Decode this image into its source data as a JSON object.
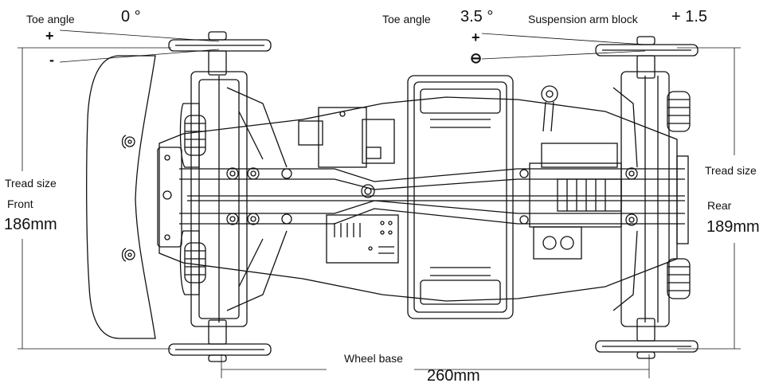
{
  "front_toe": {
    "label": "Toe angle",
    "value": "0 °",
    "plus": "+",
    "minus": "-"
  },
  "rear_toe": {
    "label": "Toe angle",
    "value": "3.5 °",
    "plus": "+",
    "minus": "⊖"
  },
  "suspension_arm_block": {
    "label": "Suspension arm block",
    "value": "+ 1.5"
  },
  "front_tread": {
    "label": "Tread size",
    "position": "Front",
    "value": "186mm"
  },
  "rear_tread": {
    "label": "Tread size",
    "position": "Rear",
    "value": "189mm"
  },
  "wheel_base": {
    "label": "Wheel base",
    "value": "260mm"
  }
}
